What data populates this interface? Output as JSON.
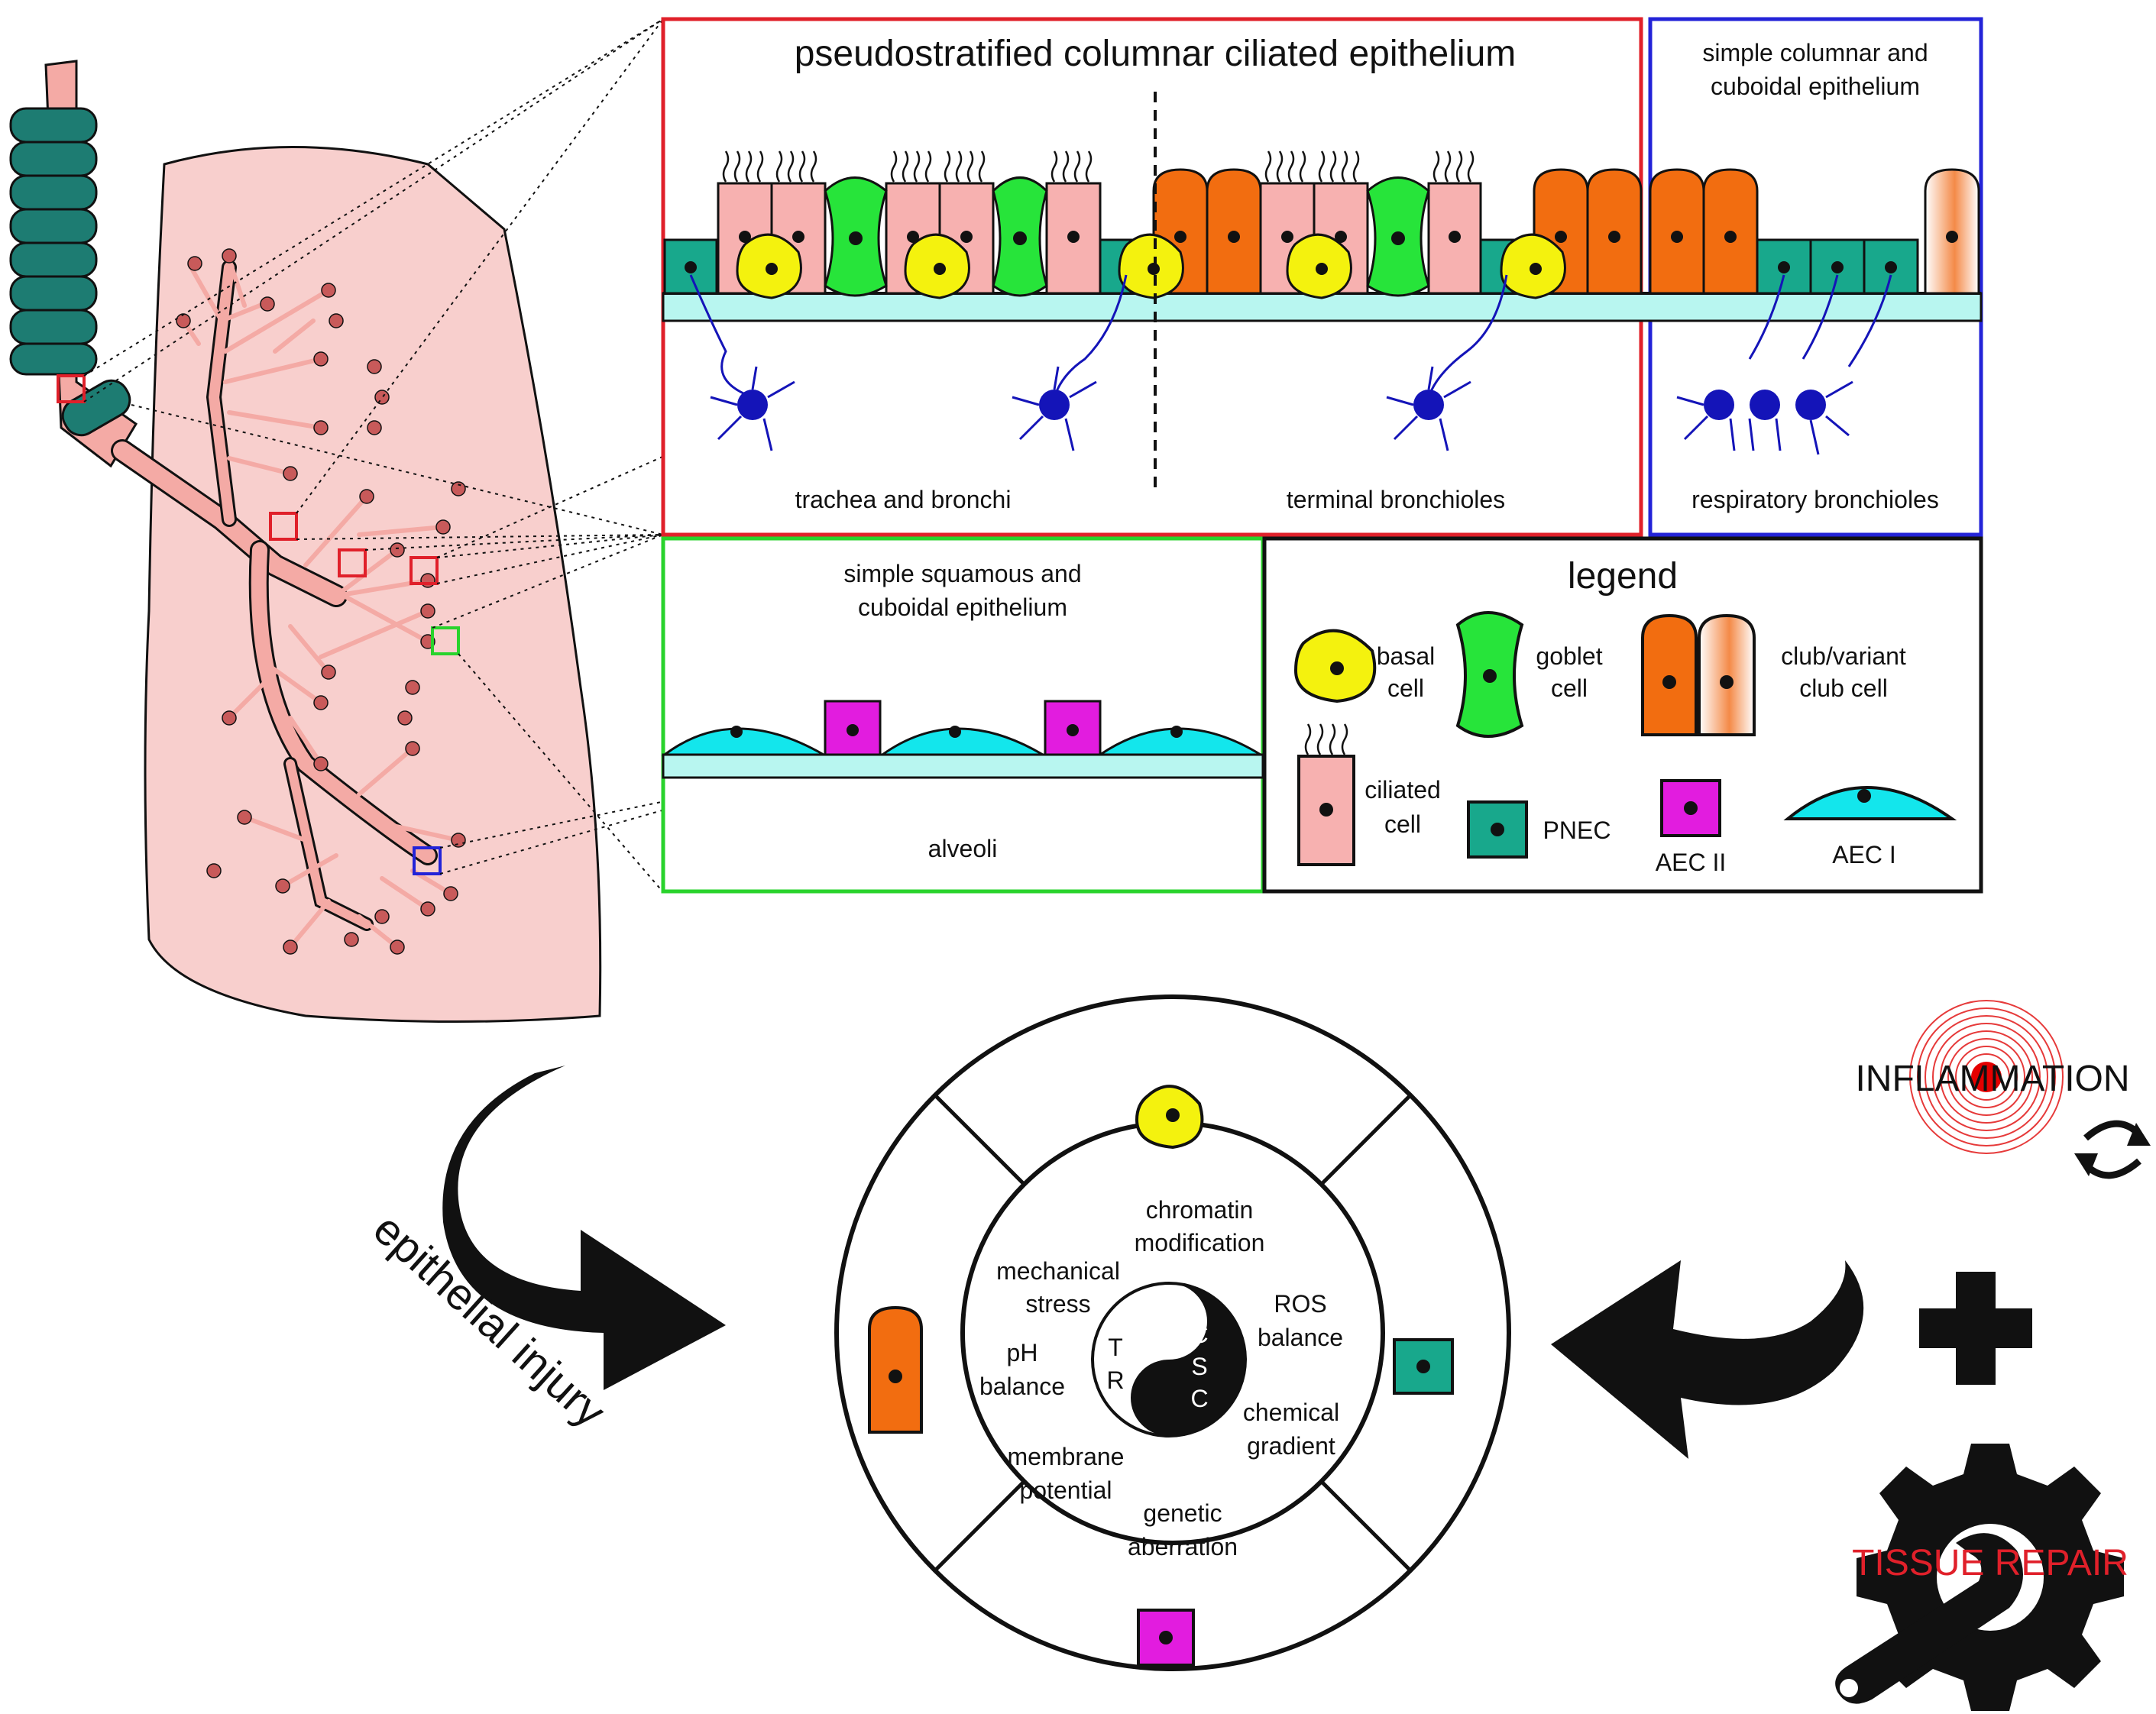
{
  "panels": {
    "pseudostratified_title": "pseudostratified columnar ciliated epithelium",
    "simple_columnar_title_line1": "simple columnar and",
    "simple_columnar_title_line2": "cuboidal epithelium",
    "trachea_label": "trachea and bronchi",
    "terminal_label": "terminal bronchioles",
    "respiratory_label": "respiratory bronchioles",
    "squamous_title_line1": "simple squamous and",
    "squamous_title_line2": "cuboidal epithelium",
    "alveoli_label": "alveoli"
  },
  "legend": {
    "title": "legend",
    "basal_line1": "basal",
    "basal_line2": "cell",
    "goblet_line1": "goblet",
    "goblet_line2": "cell",
    "club_line1": "club/variant",
    "club_line2": "club cell",
    "ciliated_line1": "ciliated",
    "ciliated_line2": "cell",
    "pnec": "PNEC",
    "aec2": "AEC II",
    "aec1": "AEC I"
  },
  "niche": {
    "chromatin_line1": "chromatin",
    "chromatin_line2": "modification",
    "mechanical_line1": "mechanical",
    "mechanical_line2": "stress",
    "ros_line1": "ROS",
    "ros_line2": "balance",
    "ph_line1": "pH",
    "ph_line2": "balance",
    "chemical_line1": "chemical",
    "chemical_line2": "gradient",
    "membrane_line1": "membrane",
    "membrane_line2": "potential",
    "genetic_line1": "genetic",
    "genetic_line2": "aberration",
    "yin_t": "T",
    "yin_r": "R",
    "yang_c1": "C",
    "yang_s": "S",
    "yang_c2": "C"
  },
  "side": {
    "epithelial_injury": "epithelial injury",
    "inflammation": "INFLAMMATION",
    "tissue_repair": "TISSUE REPAIR"
  },
  "colors": {
    "ciliated": "#f7b1b0",
    "goblet": "#27e43a",
    "basal": "#f4f20e",
    "club": "#f26d10",
    "pnec": "#18a88c",
    "aec2": "#e21cdf",
    "aec1": "#13e6ec",
    "membrane": "#b8f6f0",
    "neuron": "#1414b8",
    "lung": "#f8cfcd",
    "airway": "#f4aaa5",
    "trachea_ring": "#1d7c72",
    "red_frame": "#e0202a",
    "blue_frame": "#2323d8",
    "green_frame": "#29d32c"
  }
}
